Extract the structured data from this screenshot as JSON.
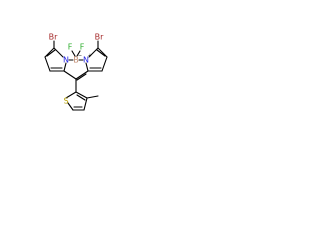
{
  "atoms": {
    "br_left": "Br",
    "br_right": "Br",
    "f_left": "F",
    "f_right": "F",
    "boron": "B",
    "n_left": "N",
    "n_right": "N",
    "sulfur": "S",
    "boron_charge": "−",
    "n_right_charge": "+"
  },
  "colors": {
    "bromine": "#a52a2a",
    "fluorine": "#2fae2f",
    "boron": "#c08a6e",
    "nitrogen": "#1f1fe0",
    "sulfur": "#b8a000",
    "bond": "#000000"
  }
}
